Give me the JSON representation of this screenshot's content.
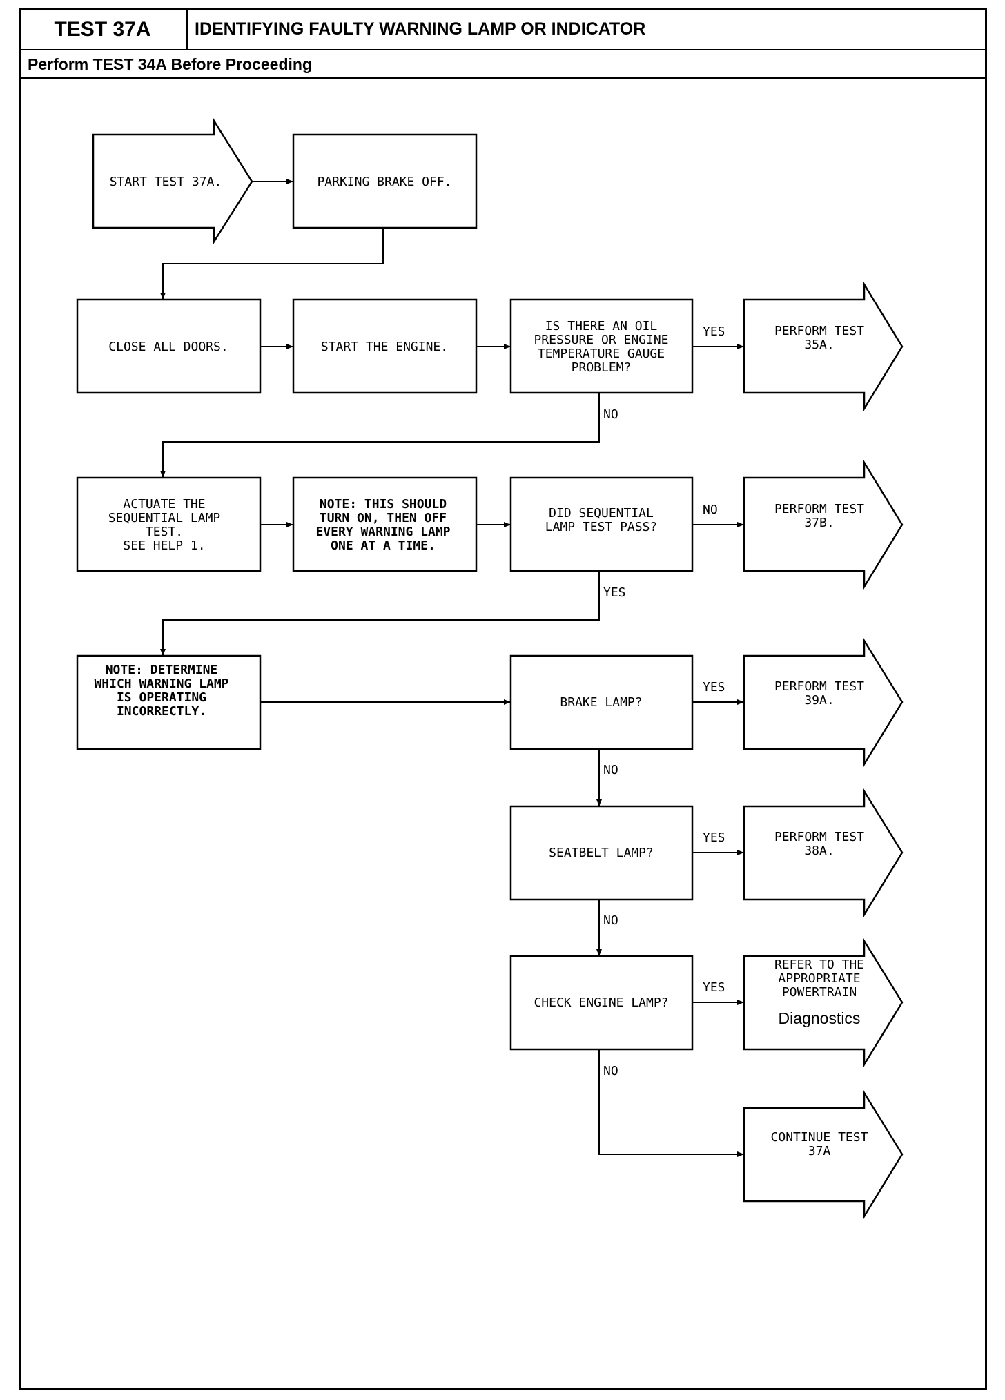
{
  "header": {
    "test_id": "TEST 37A",
    "title": "IDENTIFYING FAULTY WARNING LAMP OR INDICATOR",
    "prerequisite": "Perform TEST 34A Before Proceeding"
  },
  "nodes": {
    "start": [
      "START TEST 37A."
    ],
    "parking_brake": [
      "PARKING BRAKE OFF."
    ],
    "close_doors": [
      "CLOSE ALL DOORS."
    ],
    "start_engine": [
      "START THE ENGINE."
    ],
    "oil_question": [
      "IS THERE AN OIL",
      "PRESSURE OR ENGINE",
      "TEMPERATURE GAUGE",
      "PROBLEM?"
    ],
    "perform_35a": [
      "PERFORM TEST",
      "35A."
    ],
    "actuate": [
      "ACTUATE THE",
      "SEQUENTIAL LAMP",
      "TEST.",
      "SEE HELP 1."
    ],
    "note_sequence": [
      "NOTE: THIS SHOULD",
      "TURN ON, THEN OFF",
      "EVERY WARNING LAMP",
      "ONE AT A TIME."
    ],
    "seq_question": [
      "DID SEQUENTIAL",
      "LAMP TEST PASS?"
    ],
    "perform_37b": [
      "PERFORM TEST",
      "37B."
    ],
    "note_determine": [
      "NOTE: DETERMINE",
      "WHICH WARNING LAMP",
      "IS OPERATING",
      "INCORRECTLY."
    ],
    "brake_question": [
      "BRAKE LAMP?"
    ],
    "perform_39a": [
      "PERFORM TEST",
      "39A."
    ],
    "seatbelt_question": [
      "SEATBELT LAMP?"
    ],
    "perform_38a": [
      "PERFORM TEST",
      "38A."
    ],
    "check_engine_question": [
      "CHECK ENGINE LAMP?"
    ],
    "refer_powertrain": [
      "REFER TO THE",
      "APPROPRIATE",
      "POWERTRAIN"
    ],
    "refer_powertrain_diag": "Diagnostics",
    "continue": [
      "CONTINUE TEST",
      "37A"
    ]
  },
  "labels": {
    "yes": "YES",
    "no": "NO"
  }
}
